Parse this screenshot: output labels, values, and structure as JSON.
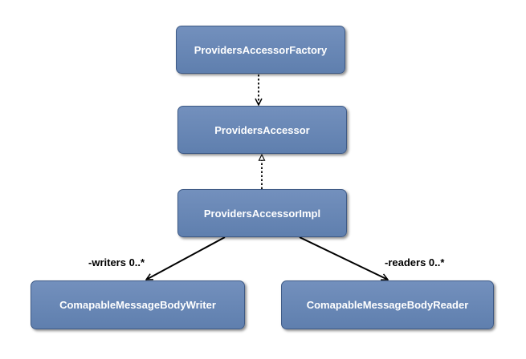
{
  "nodes": {
    "factory": "ProvidersAccessorFactory",
    "accessor": "ProvidersAccessor",
    "impl": "ProvidersAccessorImpl",
    "writer": "ComapableMessageBodyWriter",
    "reader": "ComapableMessageBodyReader"
  },
  "edges": {
    "writers_label": "-writers 0..*",
    "readers_label": "-readers 0..*"
  }
}
